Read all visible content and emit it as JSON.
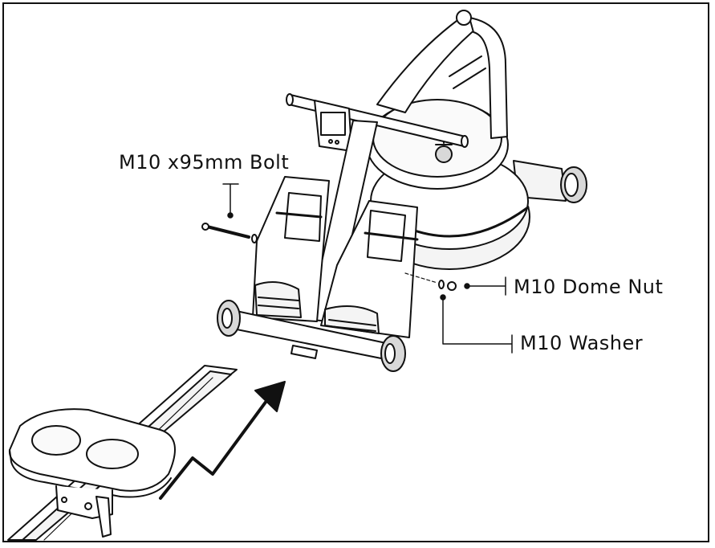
{
  "diagram": {
    "callouts": {
      "bolt": "M10 x95mm Bolt",
      "dome_nut": "M10 Dome Nut",
      "washer": "M10 Washer"
    },
    "line_color": "#111111",
    "fill_light": "#f4f4f4",
    "fill_mid": "#d8d8d8"
  }
}
